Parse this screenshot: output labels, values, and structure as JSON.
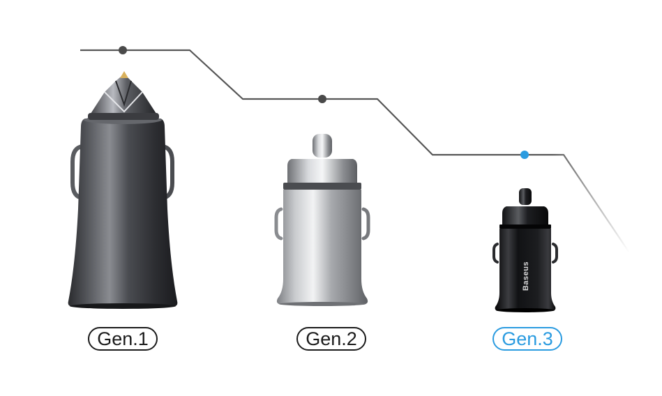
{
  "labels": [
    {
      "text": "Gen.1",
      "active": false
    },
    {
      "text": "Gen.2",
      "active": false
    },
    {
      "text": "Gen.3",
      "active": true
    }
  ],
  "brand": "Baseus",
  "colors": {
    "line": "#555555",
    "node": "#4a4a4a",
    "active_node": "#2a9be0",
    "active_label": "#2a9be0",
    "label": "#1a1a1a"
  }
}
